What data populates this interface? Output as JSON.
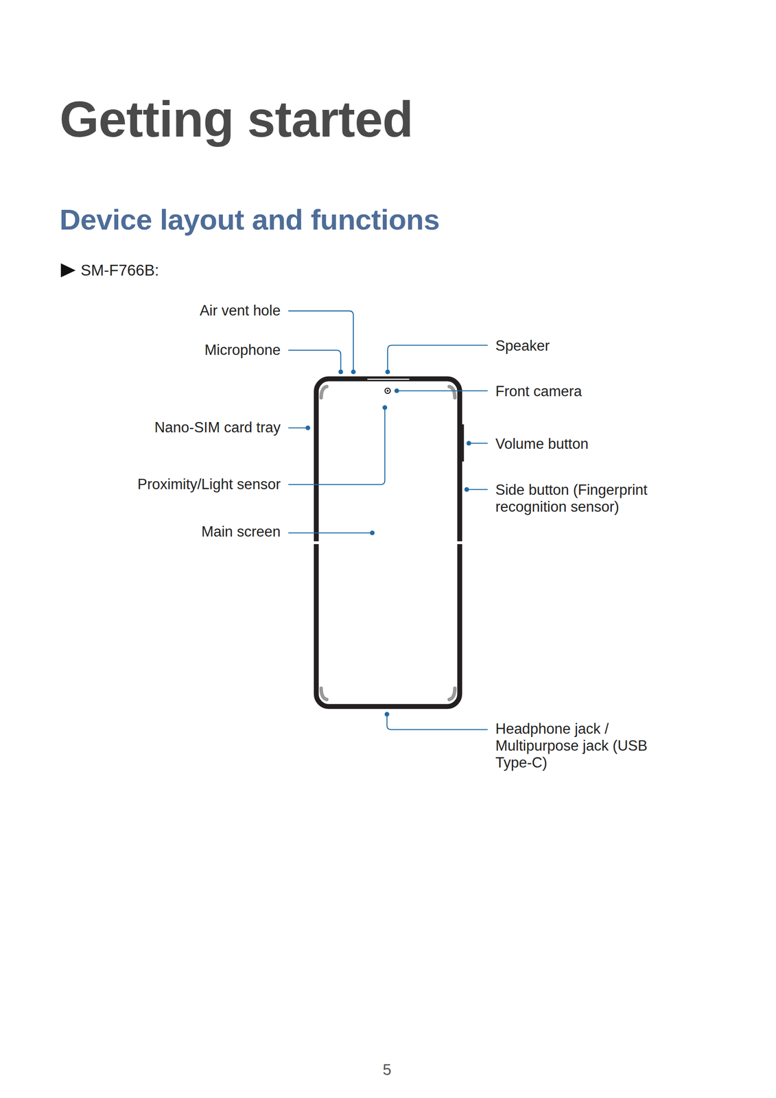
{
  "diagram": {
    "title": "Getting started",
    "labels": [
      "Device layout and functions",
      "SM-F766B:",
      "Air vent hole",
      "Microphone",
      "Nano-SIM card tray",
      "Proximity/Light sensor",
      "Main screen",
      "Speaker",
      "Front camera",
      "Volume button",
      "Side button (Fingerprint recognition sensor)",
      "Headphone jack / Multipurpose jack (USB Type-C)",
      "5"
    ]
  }
}
